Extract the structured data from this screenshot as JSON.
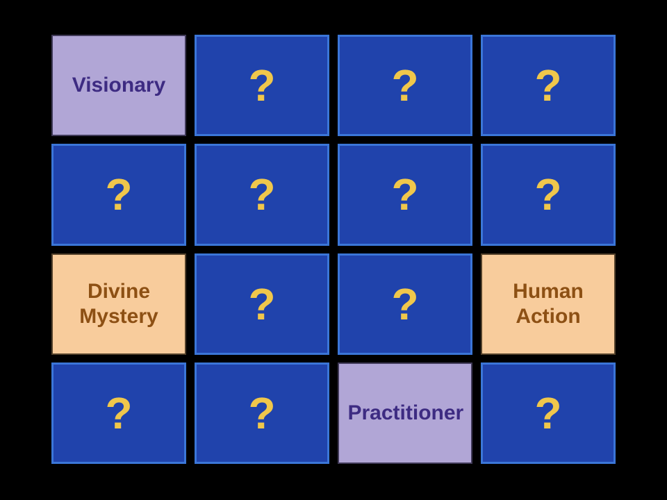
{
  "page": {
    "background": "#000000",
    "description": "Match-up tile game board, 4x4 grid of flip cards"
  },
  "colors": {
    "hidden_fill": "#2043AC",
    "hidden_border": "#3B76D8",
    "question_color": "#F0C74B",
    "purple_fill": "#B1A6D6",
    "purple_text": "#3D2B82",
    "purple_border": "#403A58",
    "peach_fill": "#F8CC9C",
    "peach_text": "#8D5014",
    "peach_border": "#54422C"
  },
  "grid": {
    "rows": 4,
    "cols": 4,
    "cells": [
      {
        "state": "revealed",
        "variant": "purple",
        "label": "Visionary"
      },
      {
        "state": "hidden",
        "variant": "hidden",
        "label": "?"
      },
      {
        "state": "hidden",
        "variant": "hidden",
        "label": "?"
      },
      {
        "state": "hidden",
        "variant": "hidden",
        "label": "?"
      },
      {
        "state": "hidden",
        "variant": "hidden",
        "label": "?"
      },
      {
        "state": "hidden",
        "variant": "hidden",
        "label": "?"
      },
      {
        "state": "hidden",
        "variant": "hidden",
        "label": "?"
      },
      {
        "state": "hidden",
        "variant": "hidden",
        "label": "?"
      },
      {
        "state": "revealed",
        "variant": "peach",
        "label": "Divine Mystery"
      },
      {
        "state": "hidden",
        "variant": "hidden",
        "label": "?"
      },
      {
        "state": "hidden",
        "variant": "hidden",
        "label": "?"
      },
      {
        "state": "revealed",
        "variant": "peach",
        "label": "Human Action"
      },
      {
        "state": "hidden",
        "variant": "hidden",
        "label": "?"
      },
      {
        "state": "hidden",
        "variant": "hidden",
        "label": "?"
      },
      {
        "state": "revealed",
        "variant": "purple",
        "label": "Practitioner"
      },
      {
        "state": "hidden",
        "variant": "hidden",
        "label": "?"
      }
    ]
  }
}
